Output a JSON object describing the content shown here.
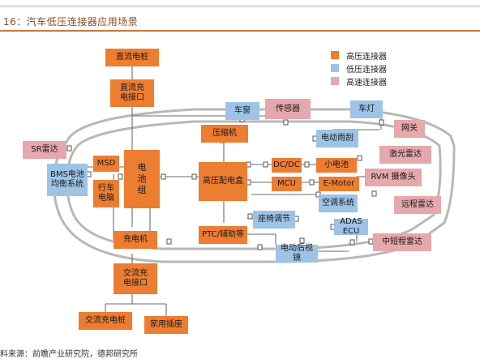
{
  "header": {
    "title": "16：汽车低压连接器应用场景"
  },
  "legend": [
    {
      "label": "高压连接器",
      "color": "#ed7d31"
    },
    {
      "label": "低压连接器",
      "color": "#9dc3e6"
    },
    {
      "label": "高速连接器",
      "color": "#e6a7ad"
    }
  ],
  "nodes": {
    "dc_charging_pile": "直流电桩",
    "dc_charging_port": "直流充\n电接口",
    "car_window": "车窗",
    "sensor": "传感器",
    "car_light": "车灯",
    "gateway": "网关",
    "sr_radar": "SR雷达",
    "compressor": "压缩机",
    "electric_wiper": "电动雨刮",
    "lidar": "激光雷达",
    "bms": "BMS电池\n均衡系统",
    "msd": "MSD",
    "battery_pack": "电\n池\n组",
    "hv_distribution_box": "高压配电盒",
    "dcdc": "DC/DC",
    "small_battery": "小电池",
    "rvm_camera": "RVM 摄像头",
    "vehicle_computer": "行车\n电脑",
    "mcu": "MCU",
    "e_motor": "E-Motor",
    "ac_system": "空调系统",
    "long_range_radar": "远程雷达",
    "seat_adjust": "座椅调节",
    "charger": "充电机",
    "ptc_aux": "PTC/辅助等",
    "adas_ecu": "ADAS ECU",
    "mid_short_radar": "中短程雷达",
    "rear_mirror": "电动后视镜",
    "ac_charging_port": "交流充\n电接口",
    "ac_charging_pile": "交流充电桩",
    "home_socket": "家用插座"
  },
  "source": "料来源：前瞻产业研究院，德邦研究所"
}
